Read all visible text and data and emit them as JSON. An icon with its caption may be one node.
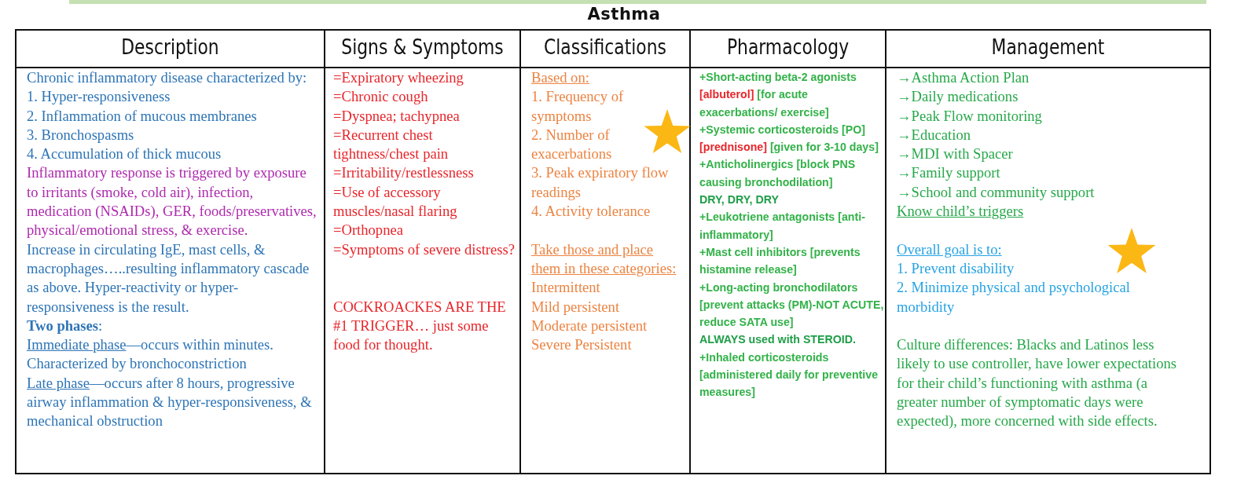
{
  "diagram": {
    "title": "Asthma",
    "labels": [
      "Description",
      "Signs & Symptoms",
      "Classifications",
      "Pharmacology",
      "Management",
      "Chronic inflammatory disease characterized by:",
      "1. Hyper-responsiveness",
      "2. Inflammation of mucous membranes",
      "3. Bronchospasms",
      "4. Accumulation of thick mucous",
      "Inflammatory response is triggered by exposure to irritants (smoke, cold air), infection, medication (NSAIDs), GER, foods/preservatives, physical/emotional stress, & exercise.",
      "Increase in circulating IgE, mast cells, & macrophages…..resulting inflammatory cascade as above. Hyper-reactivity or hyper-responsiveness is the result.",
      "**Two phases**:",
      "Immediate phase",
      "—occurs within minutes.",
      "Characterized by bronchoconstriction",
      "Late phase",
      "—occurs after 8 hours, progressive airway inflammation & hyper-responsiveness, & mechanical obstruction",
      "=Expiratory wheezing",
      "=Chronic cough",
      "=Dyspnea; tachypnea",
      "=Recurrent chest tightness/chest pain",
      "=Irritability/restlessness",
      "=Use of accessory muscles/nasal flaring",
      "=Orthopnea",
      "=Symptoms of severe distress?",
      "COCKROACKES ARE THE #1 TRIGGER… just some food for thought.",
      "Based on:",
      "1. Frequency of symptoms",
      "2. Number of exacerbations",
      "3. Peak expiratory flow readings",
      "4. Activity tolerance",
      "Take those and place them in these categories:",
      "Intermittent",
      "Mild persistent",
      "Moderate persistent",
      "Severe Persistent",
      "+Short-acting beta-2 agonists",
      "[albuterol]",
      "[for acute exacerbations/ exercise]",
      "+Systemic corticosteroids [PO]",
      "[prednisone]",
      "[given for 3-10 days]",
      "+Anticholinergics [block PNS causing bronchodilation]",
      "DRY, DRY, DRY",
      "+Leukotriene antagonists [anti-inflammatory]",
      "+Mast cell inhibitors [prevents histamine release]",
      "+Long-acting bronchodilators [prevent attacks (PM)-NOT ACUTE, reduce SATA use]",
      "ALWAYS used with STEROID.",
      "+Inhaled corticosteroids [administered daily for preventive measures]",
      "→Asthma Action Plan",
      "→Daily medications",
      "→Peak Flow monitoring",
      "→Education",
      "→MDI with Spacer",
      "→Family support",
      "→School and community support",
      "Know child’s triggers",
      "Overall goal is to:",
      "1. Prevent disability",
      "2. Minimize physical and psychological morbidity",
      "Culture differences: Blacks and Latinos less likely to use controller, have lower expectations for their child’s functioning with asthma (a greater number of symptomatic days were expected), more concerned with side effects."
    ]
  }
}
